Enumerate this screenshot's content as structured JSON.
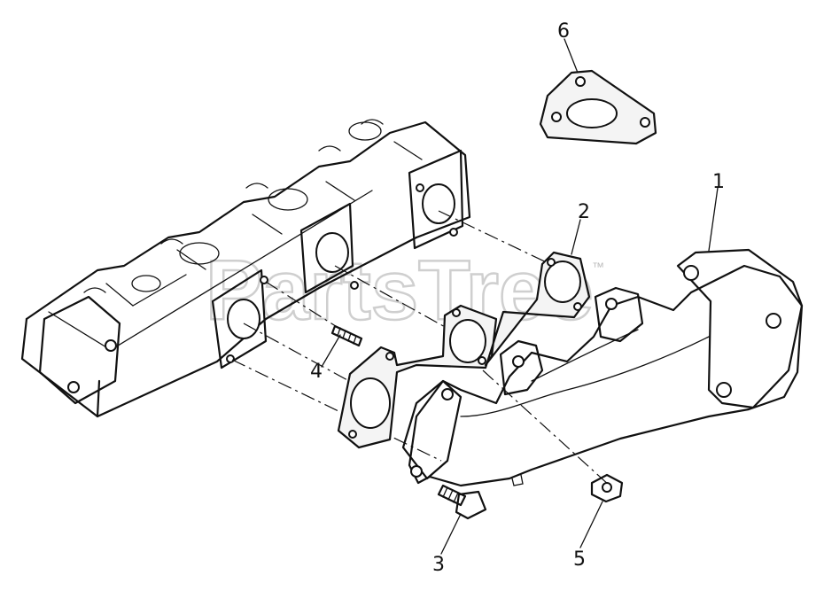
{
  "watermark": {
    "text": "PartsTree",
    "trademark": "™"
  },
  "callouts": [
    {
      "id": "1",
      "part": "exhaust-manifold"
    },
    {
      "id": "2",
      "part": "manifold-gasket"
    },
    {
      "id": "3",
      "part": "bolt"
    },
    {
      "id": "4",
      "part": "stud"
    },
    {
      "id": "5",
      "part": "nut"
    },
    {
      "id": "6",
      "part": "flange-gasket"
    }
  ]
}
